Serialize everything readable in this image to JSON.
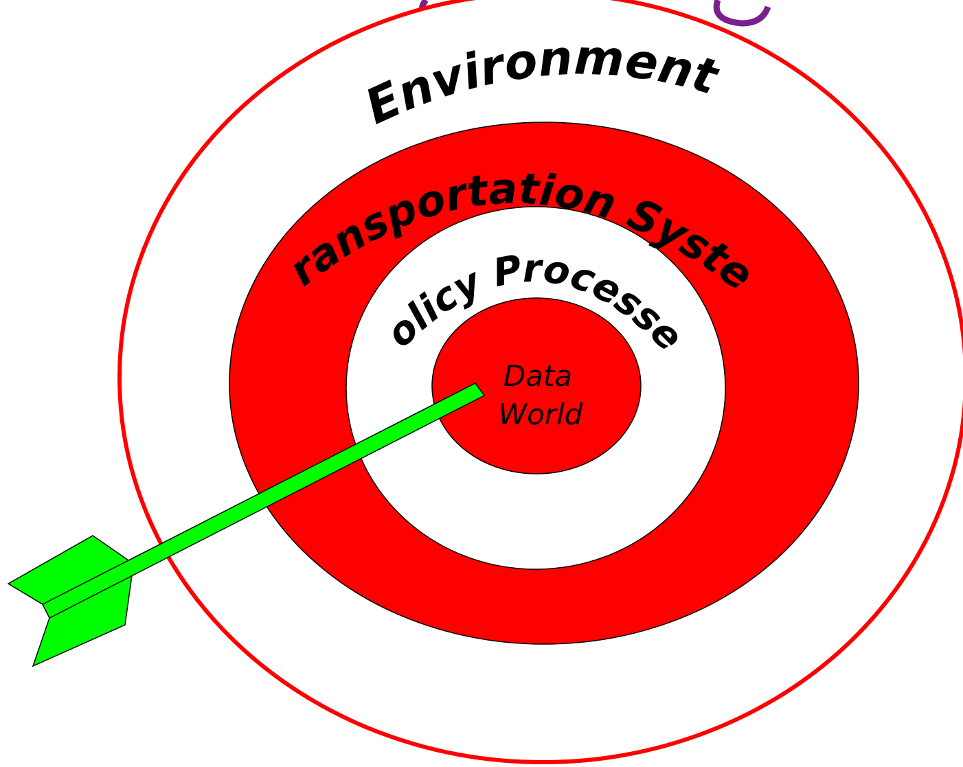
{
  "diagram": {
    "rings": {
      "environment": "Environment",
      "transportation_system": "Transportation System",
      "policy_processes": "Policy Processes"
    },
    "center": {
      "line1": "Data",
      "line2": "World"
    }
  },
  "colors": {
    "outer_ring_stroke": "#ff0000",
    "target_red": "#ff0000",
    "target_white": "#ffffff",
    "arrow_fill": "#00ff00",
    "outline": "#000000",
    "title_purple": "#7b1f8c"
  }
}
